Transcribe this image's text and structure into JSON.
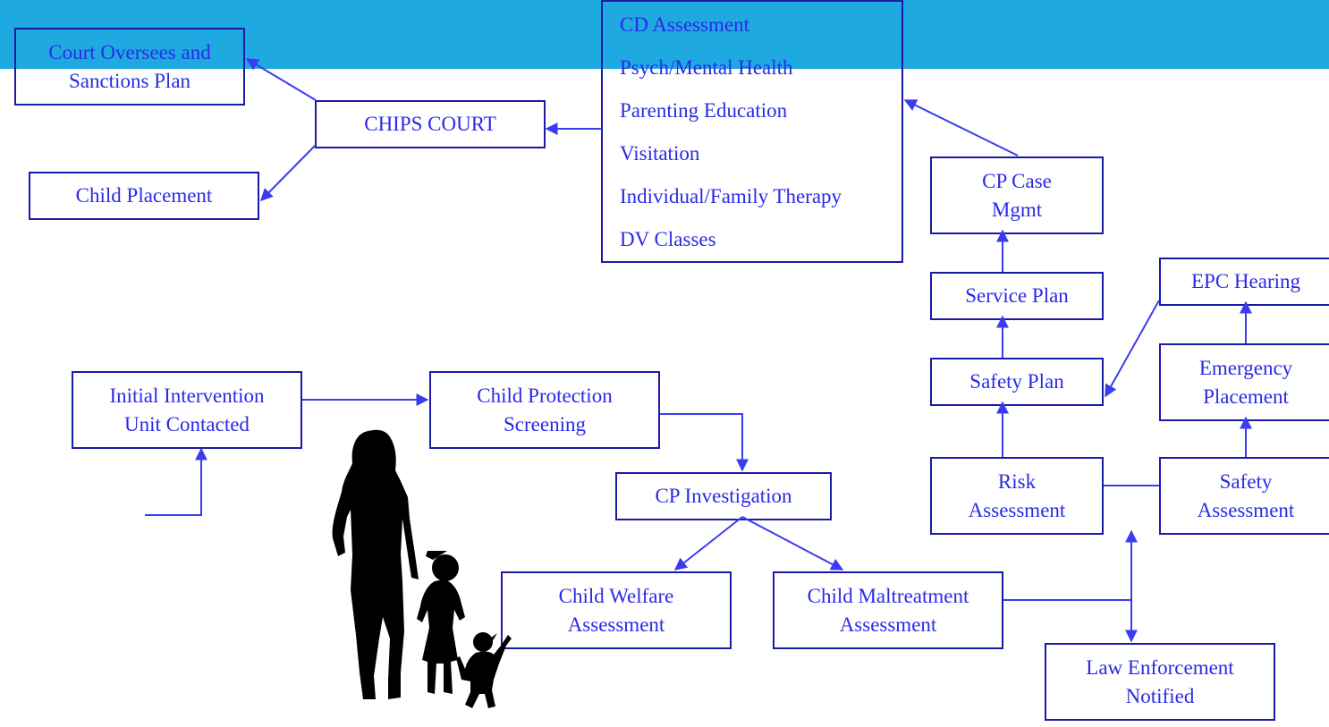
{
  "colors": {
    "header_band": "#1fa9e1",
    "box_border": "#1a1aa8",
    "text": "#2a2ae6",
    "arrow": "#3b3bf0"
  },
  "nodes": {
    "court_oversees": [
      "Court Oversees and",
      "Sanctions Plan"
    ],
    "chips_court": [
      "CHIPS COURT"
    ],
    "child_placement": [
      "Child Placement"
    ],
    "cp_case_mgmt": [
      "CP Case",
      "Mgmt"
    ],
    "service_plan": [
      "Service Plan"
    ],
    "epc_hearing": [
      "EPC Hearing"
    ],
    "safety_plan": [
      "Safety Plan"
    ],
    "emergency_placement": [
      "Emergency",
      "Placement"
    ],
    "risk_assessment": [
      "Risk",
      "Assessment"
    ],
    "safety_assessment": [
      "Safety",
      "Assessment"
    ],
    "initial_intervention": [
      "Initial Intervention",
      "Unit Contacted"
    ],
    "child_protection_screening": [
      "Child Protection",
      "Screening"
    ],
    "cp_investigation": [
      "CP Investigation"
    ],
    "child_welfare_assessment": [
      "Child Welfare",
      "Assessment"
    ],
    "child_maltreatment_assessment": [
      "Child Maltreatment",
      "Assessment"
    ],
    "law_enforcement": [
      "Law Enforcement",
      "Notified"
    ]
  },
  "services": [
    "CD Assessment",
    "Psych/Mental Health",
    "Parenting Education",
    "Visitation",
    "Individual/Family Therapy",
    "DV Classes"
  ],
  "illustration": "family-silhouette-icon"
}
